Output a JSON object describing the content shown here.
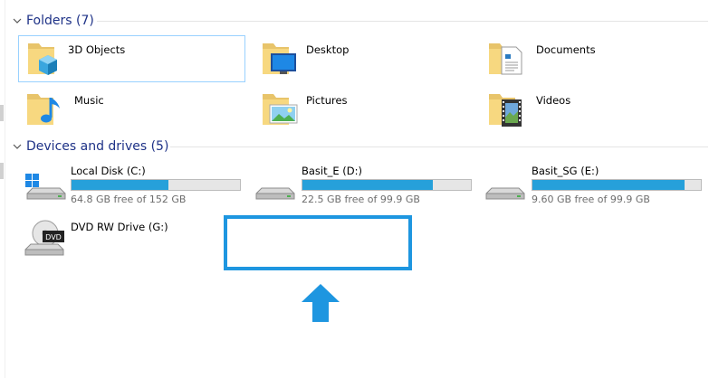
{
  "groups": {
    "folders": {
      "title": "Folders (7)"
    },
    "devices": {
      "title": "Devices and drives (5)"
    }
  },
  "folders": [
    {
      "name": "3D Objects",
      "icon": "folder-3d-objects-icon",
      "selected": true
    },
    {
      "name": "Desktop",
      "icon": "folder-desktop-icon"
    },
    {
      "name": "Documents",
      "icon": "folder-documents-icon"
    },
    {
      "name": "Music",
      "icon": "folder-music-icon"
    },
    {
      "name": "Pictures",
      "icon": "folder-pictures-icon"
    },
    {
      "name": "Videos",
      "icon": "folder-videos-icon"
    }
  ],
  "drives": [
    {
      "name": "Local Disk (C:)",
      "free": "64.8 GB free of 152 GB",
      "used_fraction": 0.574,
      "icon": "windows-drive-icon"
    },
    {
      "name": "Basit_E (D:)",
      "free": "22.5 GB free of 99.9 GB",
      "used_fraction": 0.775,
      "icon": "hard-drive-icon"
    },
    {
      "name": "Basit_SG (E:)",
      "free": "9.60 GB free of 99.9 GB",
      "used_fraction": 0.904,
      "icon": "hard-drive-icon"
    },
    {
      "name": "DVD RW Drive (G:)",
      "icon": "dvd-drive-icon",
      "badge": "DVD"
    }
  ],
  "colors": {
    "header_text": "#1e3287",
    "progress_fill": "#26a0da",
    "annotation": "#1e96e0"
  }
}
